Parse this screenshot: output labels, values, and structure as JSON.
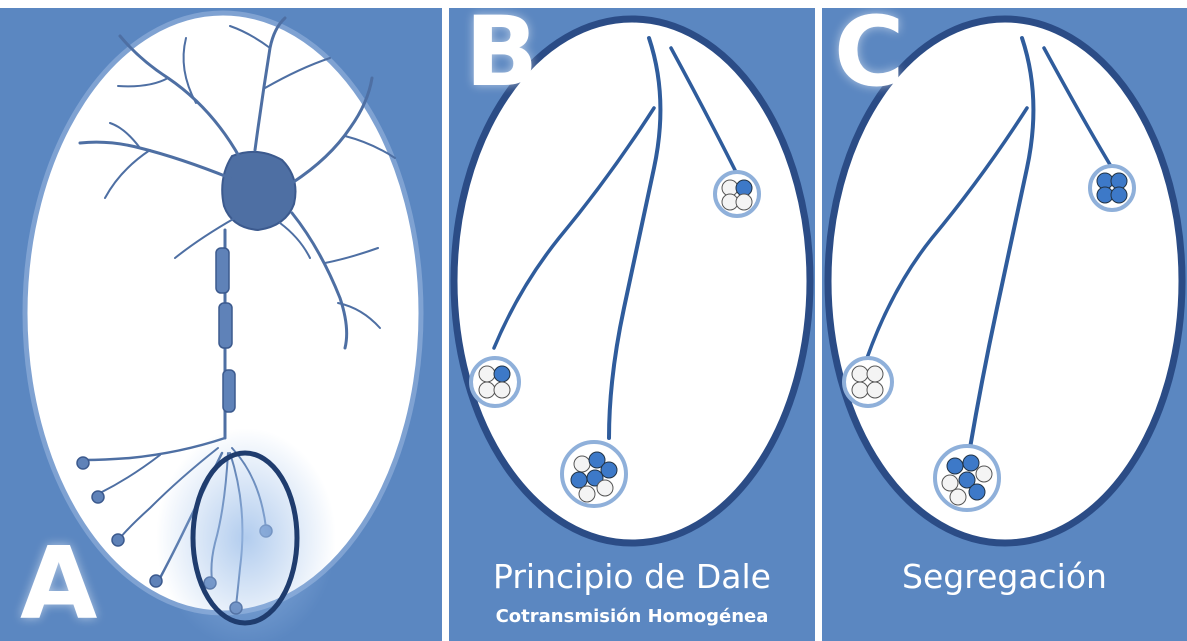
{
  "colors": {
    "panel_blue": "#5b87c1",
    "oval_fill": "#ffffff",
    "oval_border_light": "#7fa2d2",
    "oval_border_dark": "#2b4c86",
    "neuron": "#4e6fa3",
    "axon_stroke": "#2f5c9c",
    "vesicle_blue": "#3d79c8",
    "vesicle_white": "#f4f4f4",
    "circle_highlight": "#1f3c6e"
  },
  "panels": {
    "a": {
      "letter": "A"
    },
    "b": {
      "letter": "B",
      "title": "Principio de Dale",
      "subtitle": "Cotransmisión Homogénea"
    },
    "c": {
      "letter": "C",
      "title": "Segregación"
    }
  },
  "icons": {
    "neuron": "neuron-icon",
    "vesicle_cluster": "vesicle-cluster-icon",
    "highlight_circle": "highlight-circle-icon"
  }
}
